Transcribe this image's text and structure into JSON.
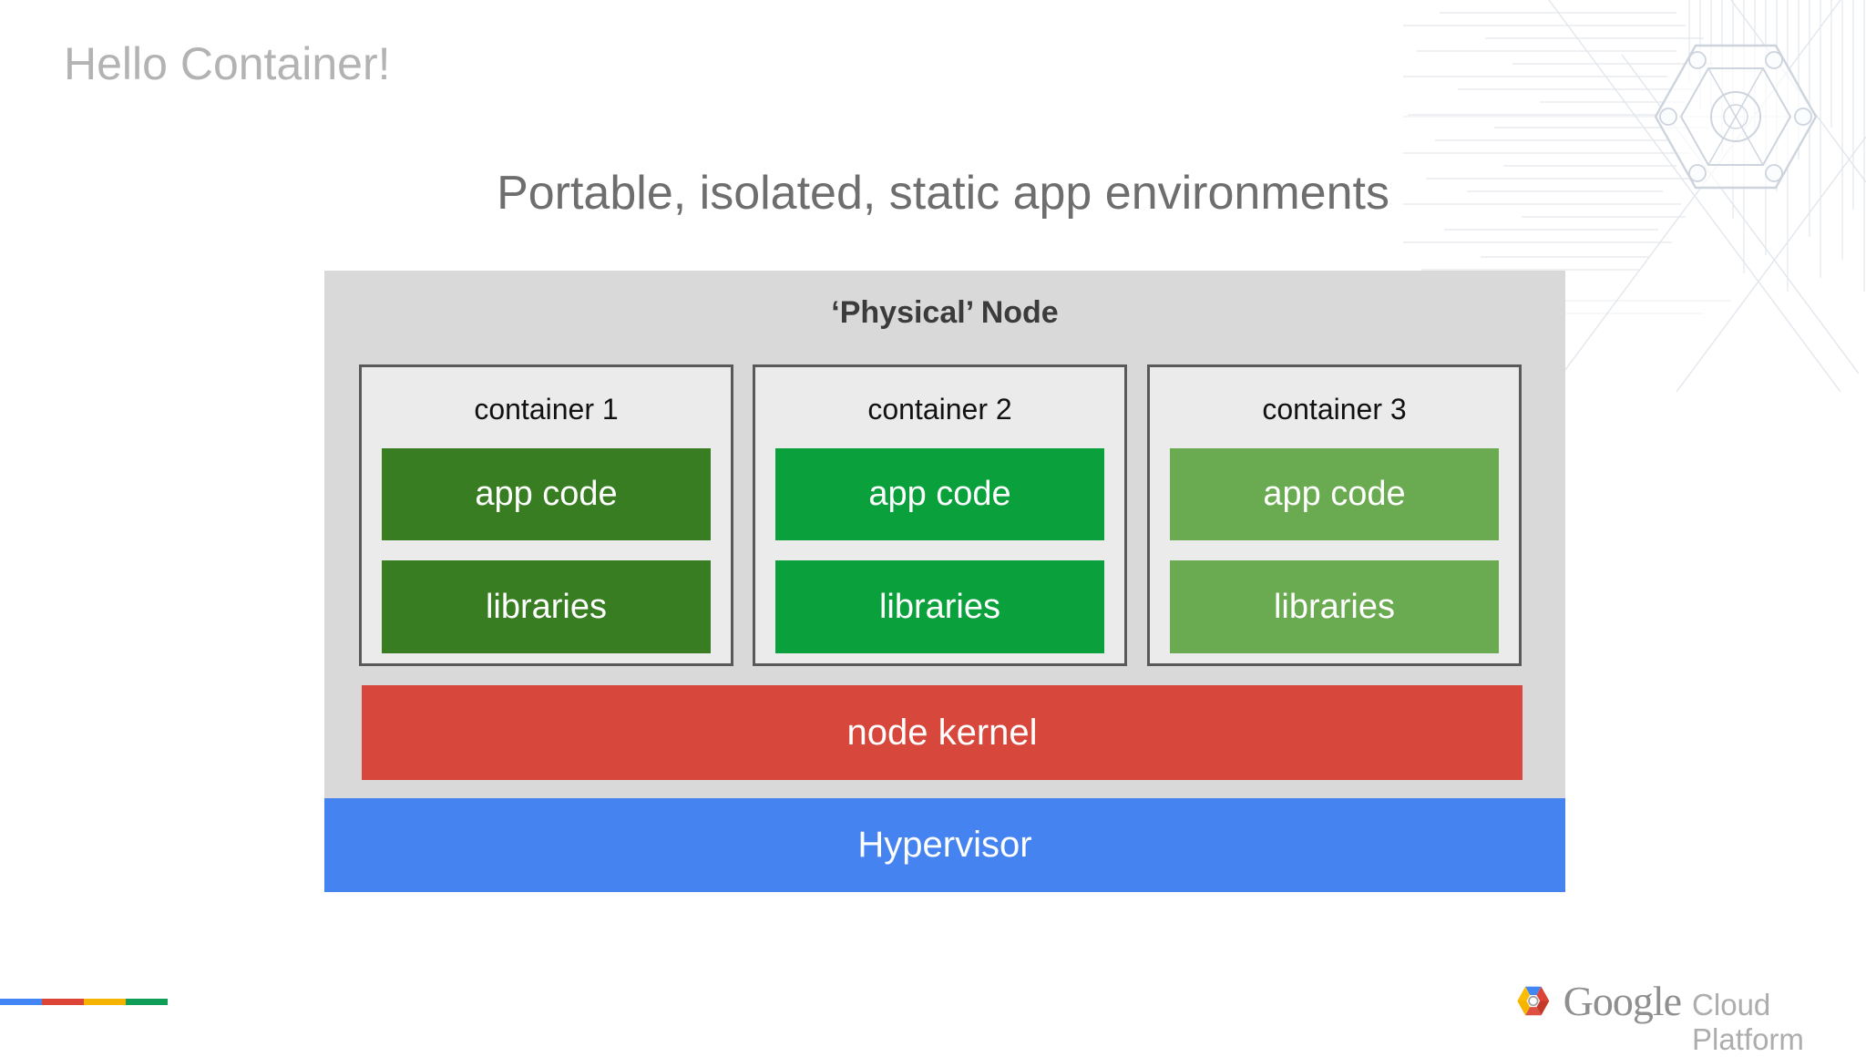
{
  "slide": {
    "header_title": "Hello Container!",
    "subtitle": "Portable, isolated, static app environments"
  },
  "diagram": {
    "node_label": "‘Physical’ Node",
    "node_bg": "#d9d9d9",
    "container_bg": "#ebebeb",
    "container_border": "#595959",
    "containers": [
      {
        "label": "container 1",
        "app_code_label": "app code",
        "libraries_label": "libraries",
        "color": "#387d21"
      },
      {
        "label": "container 2",
        "app_code_label": "app code",
        "libraries_label": "libraries",
        "color": "#0aa13c"
      },
      {
        "label": "container 3",
        "app_code_label": "app code",
        "libraries_label": "libraries",
        "color": "#6aaa50"
      }
    ],
    "kernel": {
      "label": "node kernel",
      "color": "#d7473c"
    },
    "hypervisor": {
      "label": "Hypervisor",
      "color": "#4583f1"
    }
  },
  "footer": {
    "accent_bar_colors": [
      "#4285f4",
      "#db4437",
      "#f4b400",
      "#0f9d58"
    ],
    "logo_wordmark": "Google",
    "logo_suffix": "Cloud Platform"
  }
}
